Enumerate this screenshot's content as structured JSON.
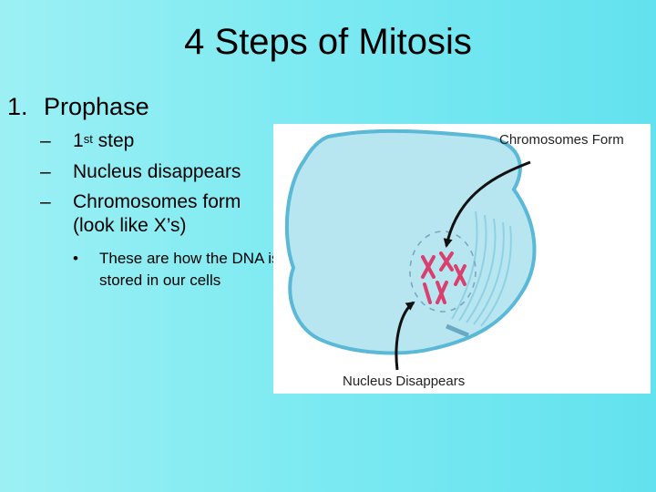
{
  "slide": {
    "title": "4 Steps of Mitosis",
    "item_number": "1.",
    "item_label": "Prophase",
    "sub_items": [
      {
        "dash": "–",
        "text": "1st step",
        "prefix": "1",
        "sup": "st",
        "suffix": " step"
      },
      {
        "dash": "–",
        "text": "Nucleus disappears"
      },
      {
        "dash": "–",
        "text": "Chromosomes form"
      },
      {
        "text": "(look like X’s)"
      }
    ],
    "bullet": {
      "symbol": "•",
      "text": "These are how the DNA is stored in our cells"
    }
  },
  "figure": {
    "label_top": "Chromosomes Form",
    "label_bottom": "Nucleus Disappears",
    "colors": {
      "cell_fill": "#b8e6f0",
      "cell_outline": "#5ab9d6",
      "chromosome": "#d9406f",
      "arrow": "#111111"
    }
  }
}
